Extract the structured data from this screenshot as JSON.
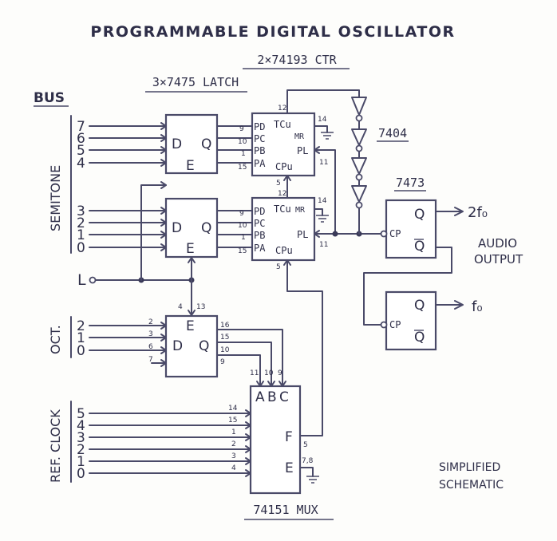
{
  "title": "PROGRAMMABLE DIGITAL OSCILLATOR",
  "chips": {
    "counter": "2×74193 CTR",
    "latch": "3×7475 LATCH",
    "inverter": "7404",
    "flipflop": "7473",
    "mux": "74151 MUX"
  },
  "bus": {
    "label": "BUS",
    "semitone": "SEMITONE",
    "semitone_upper_bits": [
      "7",
      "6",
      "5",
      "4"
    ],
    "semitone_lower_bits": [
      "3",
      "2",
      "1",
      "0"
    ],
    "load": "L",
    "octave": "OCT.",
    "octave_bits": [
      "2",
      "1",
      "0"
    ],
    "ref_clock": "REF. CLOCK",
    "ref_clock_bits": [
      "5",
      "4",
      "3",
      "2",
      "1",
      "0"
    ]
  },
  "latch_pins": {
    "d": "D",
    "q": "Q",
    "e": "E"
  },
  "counter_pins": {
    "pd": "PD",
    "pc": "PC",
    "pb": "PB",
    "pa": "PA",
    "tc": "TCu",
    "mr": "MR",
    "pl": "PL",
    "cp": "CPu"
  },
  "pin_numbers": {
    "ctr_in": [
      "9",
      "10",
      "1",
      "15"
    ],
    "ctr_top_tc": "12",
    "ctr_top_mr": "14",
    "ctr_top_pl": "11",
    "ctr_top_cp": "5",
    "ctr_bot_tc": "12",
    "ctr_bot_mr": "14",
    "ctr_bot_pl": "11",
    "ctr_bot_cp": "5",
    "oct_latch_e": [
      "4",
      "13"
    ],
    "oct_latch_in": [
      "2",
      "3",
      "6",
      "7"
    ],
    "oct_latch_out": [
      "16",
      "15",
      "10",
      "9"
    ],
    "mux_abc": [
      "11",
      "10",
      "9"
    ],
    "mux_in": [
      "14",
      "15",
      "1",
      "2",
      "3",
      "4"
    ],
    "mux_f": "5",
    "mux_e": "7,8"
  },
  "mux_pins": {
    "a": "A",
    "b": "B",
    "c": "C",
    "f": "F",
    "e": "E"
  },
  "ff_pins": {
    "q": "Q",
    "qbar": "Q",
    "cp": "CP"
  },
  "outputs": {
    "two_f0": "2f₀",
    "f0": "f₀",
    "audio": "AUDIO",
    "output": "OUTPUT"
  },
  "note": {
    "line1": "SIMPLIFIED",
    "line2": "SCHEMATIC"
  }
}
